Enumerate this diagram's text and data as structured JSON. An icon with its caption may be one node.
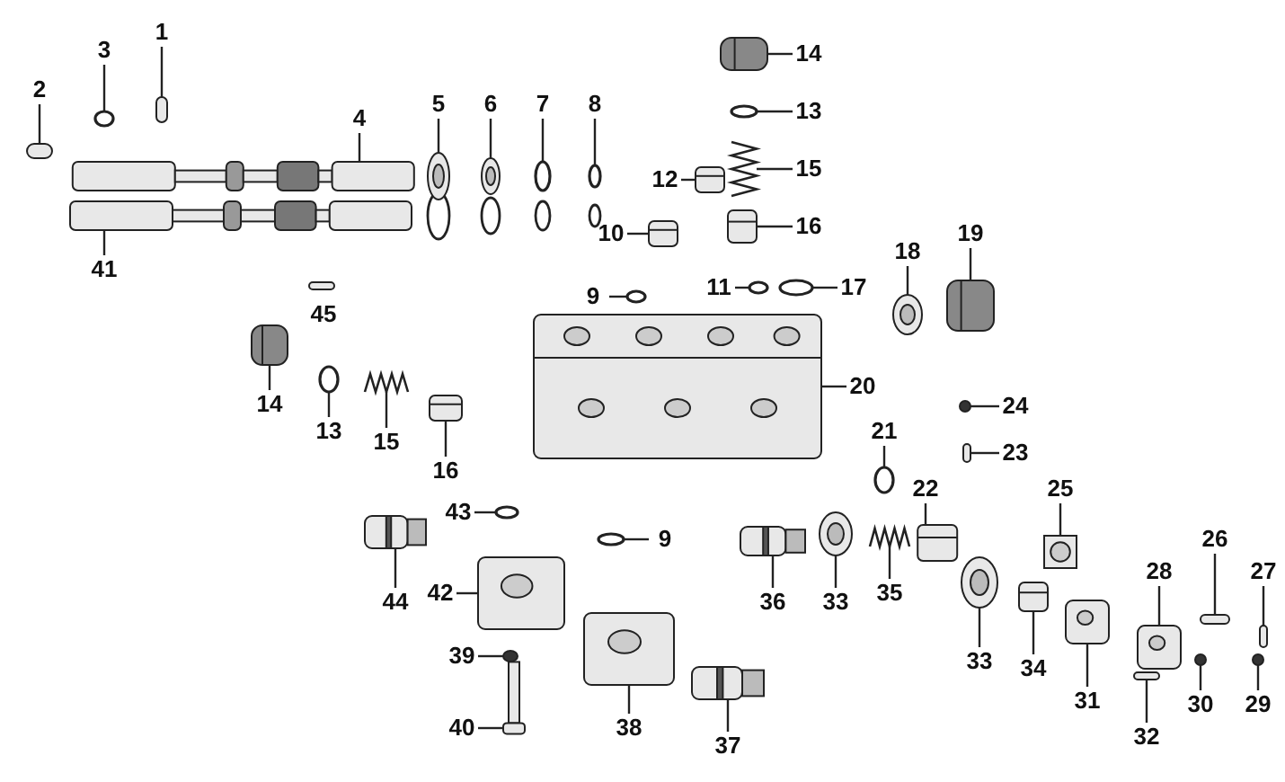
{
  "diagram": {
    "nodes": [
      {
        "text": [
          "1"
        ]
      },
      {
        "text": [
          "2"
        ]
      },
      {
        "text": [
          "3"
        ]
      },
      {
        "text": [
          "14"
        ]
      },
      {
        "text": [
          "4"
        ]
      },
      {
        "text": [
          "5"
        ]
      },
      {
        "text": [
          "6"
        ]
      },
      {
        "text": [
          "7"
        ]
      },
      {
        "text": [
          "8"
        ]
      },
      {
        "text": [
          "41"
        ]
      },
      {
        "text": [
          "13"
        ]
      },
      {
        "text": [
          "15"
        ]
      },
      {
        "text": [
          "12"
        ]
      },
      {
        "text": [
          "16"
        ]
      },
      {
        "text": [
          "10"
        ]
      },
      {
        "text": [
          "11"
        ]
      },
      {
        "text": [
          "17"
        ]
      },
      {
        "text": [
          "18"
        ]
      },
      {
        "text": [
          "19"
        ]
      },
      {
        "text": [
          "9"
        ]
      },
      {
        "text": [
          "20"
        ]
      },
      {
        "text": [
          "14"
        ]
      },
      {
        "text": [
          "13"
        ]
      },
      {
        "text": [
          "15"
        ]
      },
      {
        "text": [
          "16"
        ]
      },
      {
        "text": [
          "21"
        ]
      },
      {
        "text": [
          "24"
        ]
      },
      {
        "text": [
          "22"
        ]
      },
      {
        "text": [
          "23"
        ]
      },
      {
        "text": [
          "25"
        ]
      },
      {
        "text": [
          "43"
        ]
      },
      {
        "text": [
          "9"
        ]
      },
      {
        "text": [
          "44"
        ]
      },
      {
        "text": [
          "42"
        ]
      },
      {
        "text": [
          "36"
        ]
      },
      {
        "text": [
          "33"
        ]
      },
      {
        "text": [
          "35"
        ]
      },
      {
        "text": [
          "28"
        ]
      },
      {
        "text": [
          "26"
        ]
      },
      {
        "text": [
          "27"
        ]
      },
      {
        "text": [
          "33"
        ]
      },
      {
        "text": [
          "39"
        ]
      },
      {
        "text": [
          "34"
        ]
      },
      {
        "text": [
          "38"
        ]
      },
      {
        "text": [
          "31"
        ]
      },
      {
        "text": [
          "32"
        ]
      },
      {
        "text": [
          "30"
        ]
      },
      {
        "text": [
          "29"
        ]
      },
      {
        "text": [
          "40"
        ]
      },
      {
        "text": [
          "37"
        ]
      },
      {
        "text": [],
        "shape": "box"
      },
      {
        "text": [],
        "shape": "box"
      },
      {
        "text": [],
        "shape": "circle"
      },
      {
        "text": [],
        "shape": "picture"
      },
      {
        "text": [],
        "shape": "picture"
      },
      {
        "text": [],
        "shape": "picture"
      },
      {
        "text": [],
        "shape": "picture"
      },
      {
        "text": [],
        "shape": "circle"
      },
      {
        "text": [],
        "shape": "circle"
      },
      {
        "text": [],
        "shape": "picture"
      },
      {
        "text": [],
        "shape": "circle"
      },
      {
        "text": [],
        "shape": "picture"
      },
      {
        "text": [],
        "shape": "picture"
      },
      {
        "text": [],
        "shape": "picture"
      },
      {
        "text": [],
        "shape": "picture"
      },
      {
        "text": [],
        "shape": "circle"
      },
      {
        "text": [],
        "shape": "circle"
      },
      {
        "text": [],
        "shape": "picture"
      },
      {
        "text": [],
        "shape": "picture"
      },
      {
        "text": [],
        "shape": "circle"
      },
      {
        "text": [],
        "shape": "picture"
      },
      {
        "text": [],
        "shape": "picture"
      },
      {
        "text": [],
        "shape": "circle"
      },
      {
        "text": [],
        "shape": "picture"
      },
      {
        "text": [],
        "shape": "picture"
      },
      {
        "text": [],
        "shape": "circle"
      },
      {
        "text": [],
        "shape": "circle"
      },
      {
        "text": [],
        "shape": "picture"
      },
      {
        "text": [],
        "shape": "box"
      },
      {
        "text": [],
        "shape": "picture"
      },
      {
        "text": [],
        "shape": "circle"
      },
      {
        "text": [],
        "shape": "circle"
      },
      {
        "text": [],
        "shape": "picture"
      },
      {
        "text": [],
        "shape": "picture"
      },
      {
        "text": [],
        "shape": "picture"
      },
      {
        "text": [],
        "shape": "picture"
      },
      {
        "text": [],
        "shape": "picture"
      },
      {
        "text": [],
        "shape": "picture"
      },
      {
        "text": [],
        "shape": "box"
      },
      {
        "text": [],
        "shape": "box"
      },
      {
        "text": [],
        "shape": "picture"
      },
      {
        "text": [],
        "shape": "circle"
      },
      {
        "text": [],
        "shape": "picture"
      },
      {
        "text": [],
        "shape": "picture"
      },
      {
        "text": [],
        "shape": "picture"
      },
      {
        "text": [],
        "shape": "box"
      },
      {
        "text": [],
        "shape": "circle"
      },
      {
        "text": [],
        "shape": "circle"
      },
      {
        "text": [],
        "shape": "picture"
      },
      {
        "text": [],
        "shape": "picture"
      }
    ],
    "edges": [
      {
        "from": 0,
        "to": 50,
        "arrow": "none"
      },
      {
        "from": 1,
        "to": 51,
        "arrow": "none"
      },
      {
        "from": 2,
        "to": 52,
        "arrow": "none"
      },
      {
        "from": 3,
        "to": 53,
        "arrow": "none"
      },
      {
        "from": 4,
        "to": 54,
        "arrow": "none"
      },
      {
        "from": 5,
        "to": 55,
        "arrow": "none"
      },
      {
        "from": 6,
        "to": 56,
        "arrow": "none"
      },
      {
        "from": 7,
        "to": 57,
        "arrow": "none"
      },
      {
        "from": 8,
        "to": 58,
        "arrow": "none"
      },
      {
        "from": 9,
        "to": 59,
        "arrow": "none"
      },
      {
        "from": 10,
        "to": 60,
        "arrow": "none"
      },
      {
        "from": 11,
        "to": 61,
        "arrow": "none"
      },
      {
        "from": 12,
        "to": 62,
        "arrow": "none"
      },
      {
        "from": 13,
        "to": 63,
        "arrow": "none"
      },
      {
        "from": 14,
        "to": 64,
        "arrow": "none"
      },
      {
        "from": 15,
        "to": 65,
        "arrow": "none"
      },
      {
        "from": 16,
        "to": 66,
        "arrow": "none"
      },
      {
        "from": 17,
        "to": 67,
        "arrow": "none"
      },
      {
        "from": 18,
        "to": 68,
        "arrow": "none"
      },
      {
        "from": 19,
        "to": 69,
        "arrow": "none"
      },
      {
        "from": 20,
        "to": 70,
        "arrow": "none"
      },
      {
        "from": 21,
        "to": 71,
        "arrow": "none"
      },
      {
        "from": 22,
        "to": 72,
        "arrow": "none"
      },
      {
        "from": 23,
        "to": 73,
        "arrow": "none"
      },
      {
        "from": 24,
        "to": 74,
        "arrow": "none"
      },
      {
        "from": 25,
        "to": 75,
        "arrow": "none"
      },
      {
        "from": 26,
        "to": 76,
        "arrow": "none"
      },
      {
        "from": 27,
        "to": 77,
        "arrow": "none"
      },
      {
        "from": 28,
        "to": 78,
        "arrow": "none"
      },
      {
        "from": 29,
        "to": 79,
        "arrow": "none"
      },
      {
        "from": 30,
        "to": 80,
        "arrow": "none"
      },
      {
        "from": 31,
        "to": 81,
        "arrow": "none"
      },
      {
        "from": 32,
        "to": 82,
        "arrow": "none"
      },
      {
        "from": 33,
        "to": 83,
        "arrow": "none"
      },
      {
        "from": 34,
        "to": 84,
        "arrow": "none"
      },
      {
        "from": 35,
        "to": 85,
        "arrow": "none"
      },
      {
        "from": 36,
        "to": 86,
        "arrow": "none"
      },
      {
        "from": 37,
        "to": 87,
        "arrow": "none"
      },
      {
        "from": 38,
        "to": 88,
        "arrow": "none"
      },
      {
        "from": 39,
        "to": 89,
        "arrow": "none"
      },
      {
        "from": 40,
        "to": 90,
        "arrow": "none"
      },
      {
        "from": 41,
        "to": 91,
        "arrow": "none"
      },
      {
        "from": 42,
        "to": 92,
        "arrow": "none"
      },
      {
        "from": 43,
        "to": 93,
        "arrow": "none"
      },
      {
        "from": 44,
        "to": 94,
        "arrow": "none"
      },
      {
        "from": 45,
        "to": 95,
        "arrow": "none"
      },
      {
        "from": 46,
        "to": 96,
        "arrow": "none"
      },
      {
        "from": 47,
        "to": 97,
        "arrow": "none"
      },
      {
        "from": 48,
        "to": 98,
        "arrow": "none"
      },
      {
        "from": 49,
        "to": 99,
        "arrow": "none"
      }
    ],
    "labels": [
      "45"
    ]
  }
}
